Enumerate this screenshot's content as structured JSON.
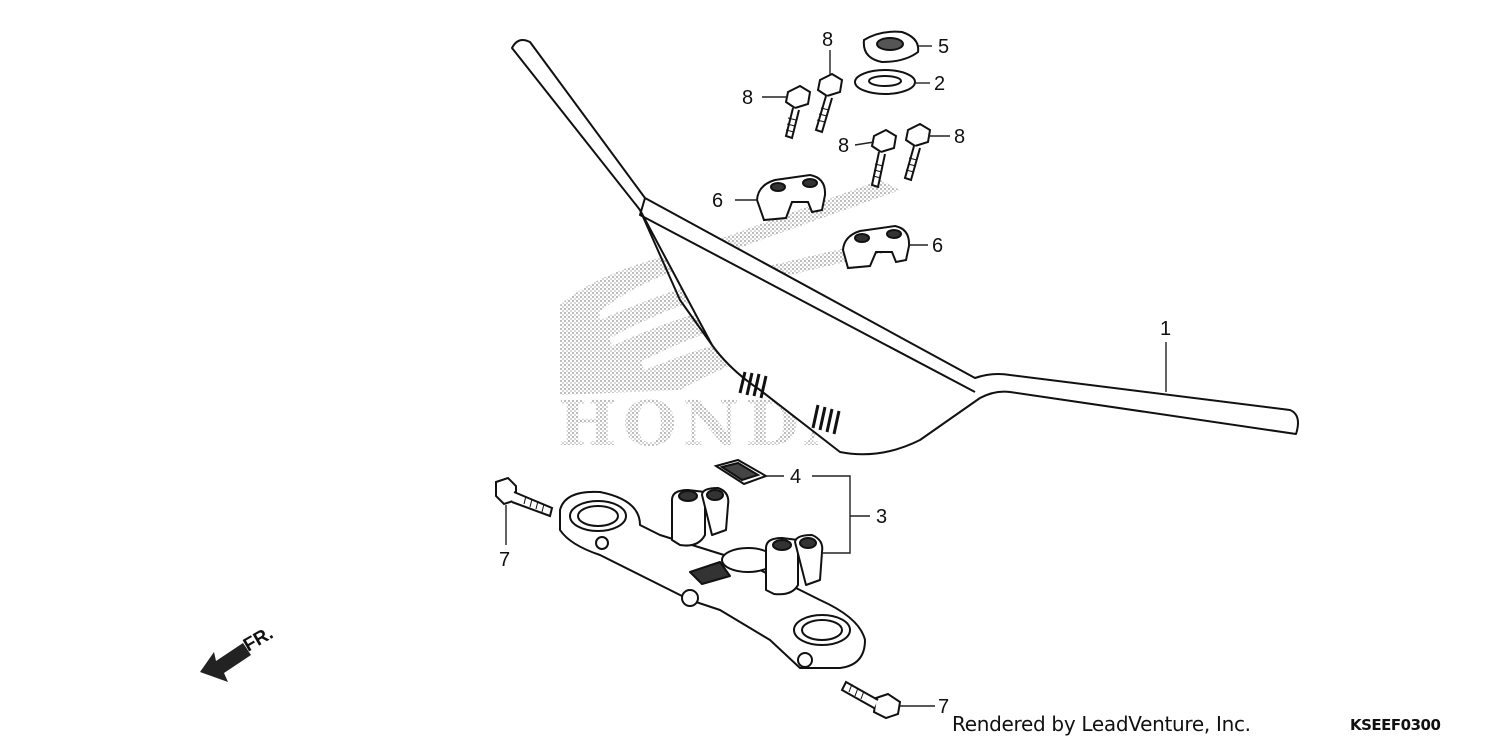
{
  "diagram": {
    "callouts": [
      {
        "id": "c1",
        "label": "1"
      },
      {
        "id": "c2",
        "label": "2"
      },
      {
        "id": "c3",
        "label": "3"
      },
      {
        "id": "c4",
        "label": "4"
      },
      {
        "id": "c5",
        "label": "5"
      },
      {
        "id": "c6a",
        "label": "6"
      },
      {
        "id": "c6b",
        "label": "6"
      },
      {
        "id": "c7a",
        "label": "7"
      },
      {
        "id": "c7b",
        "label": "7"
      },
      {
        "id": "c8a",
        "label": "8"
      },
      {
        "id": "c8b",
        "label": "8"
      },
      {
        "id": "c8c",
        "label": "8"
      },
      {
        "id": "c8d",
        "label": "8"
      }
    ],
    "direction_label": "FR.",
    "watermark_text": "HONDA"
  },
  "footer": {
    "credit": "Rendered by LeadVenture, Inc.",
    "code": "KSEEF0300"
  },
  "colors": {
    "line": "#111111",
    "watermark": "#b5b5b5",
    "background": "#ffffff"
  }
}
